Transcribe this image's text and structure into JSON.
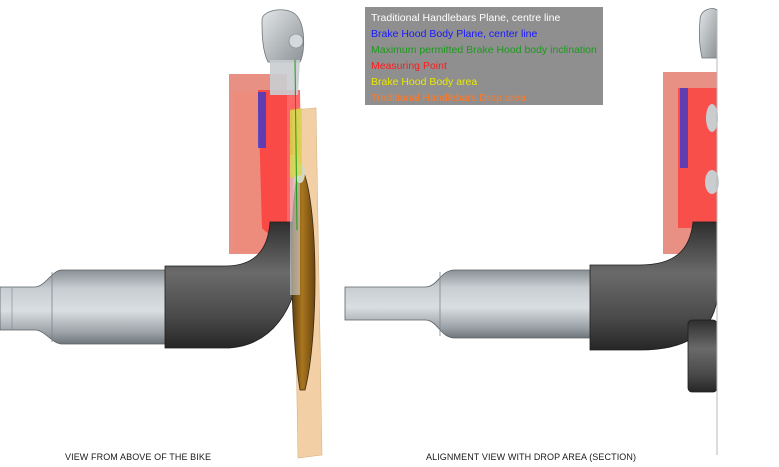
{
  "legend": {
    "items": [
      {
        "label": "Traditional Handlebars Plane, centre line",
        "color": "#ffffff"
      },
      {
        "label": "Brake Hood Body Plane, center line",
        "color": "#1a1aff"
      },
      {
        "label": "Maximum permitted Brake Hood body inclination",
        "color": "#1b9a1b"
      },
      {
        "label": "Measuring Point",
        "color": "#ff1a1a"
      },
      {
        "label": "Brake Hood Body area",
        "color": "#e8e800"
      },
      {
        "label": "Traditional Handlebars Drop area",
        "color": "#ff7a2a"
      }
    ]
  },
  "captions": {
    "left": "VIEW FROM ABOVE OF THE BIKE",
    "right": "ALIGNMENT VIEW WITH DROP AREA (SECTION)"
  }
}
